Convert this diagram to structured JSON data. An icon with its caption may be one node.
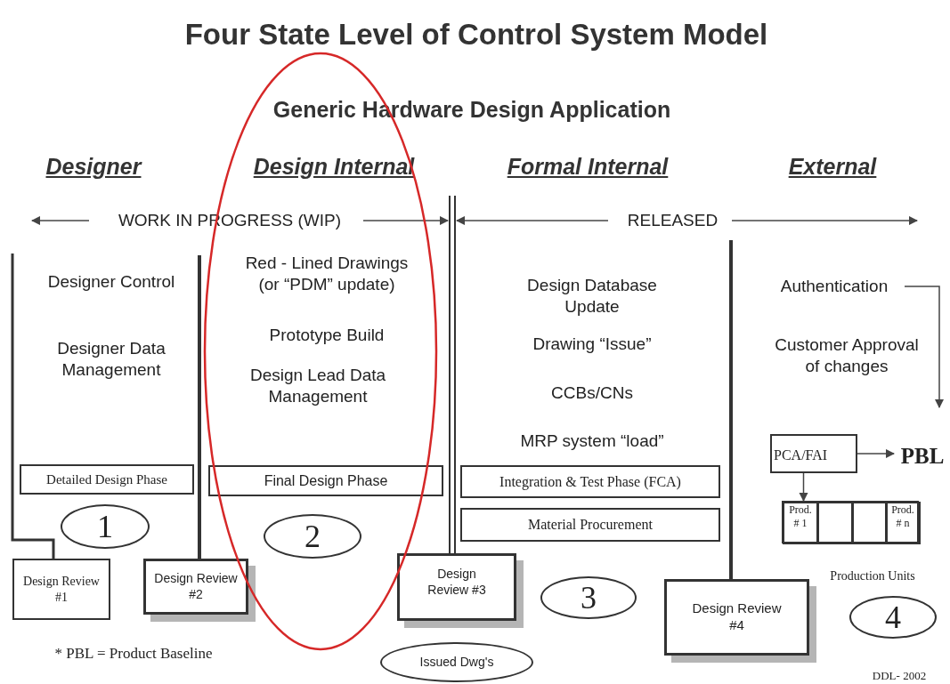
{
  "diagram": {
    "title": "Four State Level of Control System Model",
    "nodes": [
      {
        "text": [
          "Detailed Design Phase"
        ]
      },
      {
        "text": [
          "Final Design  Phase"
        ]
      },
      {
        "text": [
          "Integration & Test Phase (FCA)"
        ]
      },
      {
        "text": [
          "Material Procurement"
        ]
      },
      {
        "text": [
          "Authentication"
        ]
      },
      {
        "text": [
          "PCA/FAI"
        ]
      },
      {
        "text": [
          "PBL"
        ]
      },
      {
        "text": [],
        "shape": "box"
      },
      {
        "text": [
          "Prod. # 1"
        ],
        "in": 7
      },
      {
        "text": [],
        "shape": "box",
        "in": 7
      },
      {
        "text": [],
        "shape": "box",
        "in": 7
      },
      {
        "text": [
          "Prod. # n"
        ],
        "in": 7
      },
      {
        "text": [
          "1"
        ]
      },
      {
        "text": [
          "2"
        ]
      },
      {
        "text": [
          "Design Review #1"
        ]
      },
      {
        "text": [
          "Design Review #2"
        ]
      },
      {
        "text": [
          "Design Review #3"
        ]
      },
      {
        "text": [
          "3"
        ]
      },
      {
        "text": [
          "Design Review #4"
        ]
      },
      {
        "text": [
          "4"
        ]
      },
      {
        "text": [
          "Issued Dwg's"
        ]
      }
    ],
    "edges": [
      {
        "from": 4,
        "to": null,
        "arrow": "to"
      },
      {
        "from": 5,
        "to": 6,
        "arrow": "to"
      },
      {
        "from": 5,
        "to": 7,
        "arrow": "to"
      }
    ],
    "labels": [
      "Generic Hardware Design Application",
      "Designer",
      "Design Internal",
      "Formal Internal",
      "External",
      "WORK IN PROGRESS (WIP)",
      "RELEASED",
      "Designer Control",
      "Designer Data Management",
      "Red - Lined Drawings (or “PDM” update)",
      "Prototype Build",
      "Design Lead Data Management",
      "Design Database Update",
      "Drawing “Issue”",
      "CCBs/CNs",
      "MRP system “load”",
      "Customer Approval of changes",
      "Production Units",
      "* PBL = Product Baseline",
      "DDL- 2002"
    ]
  }
}
